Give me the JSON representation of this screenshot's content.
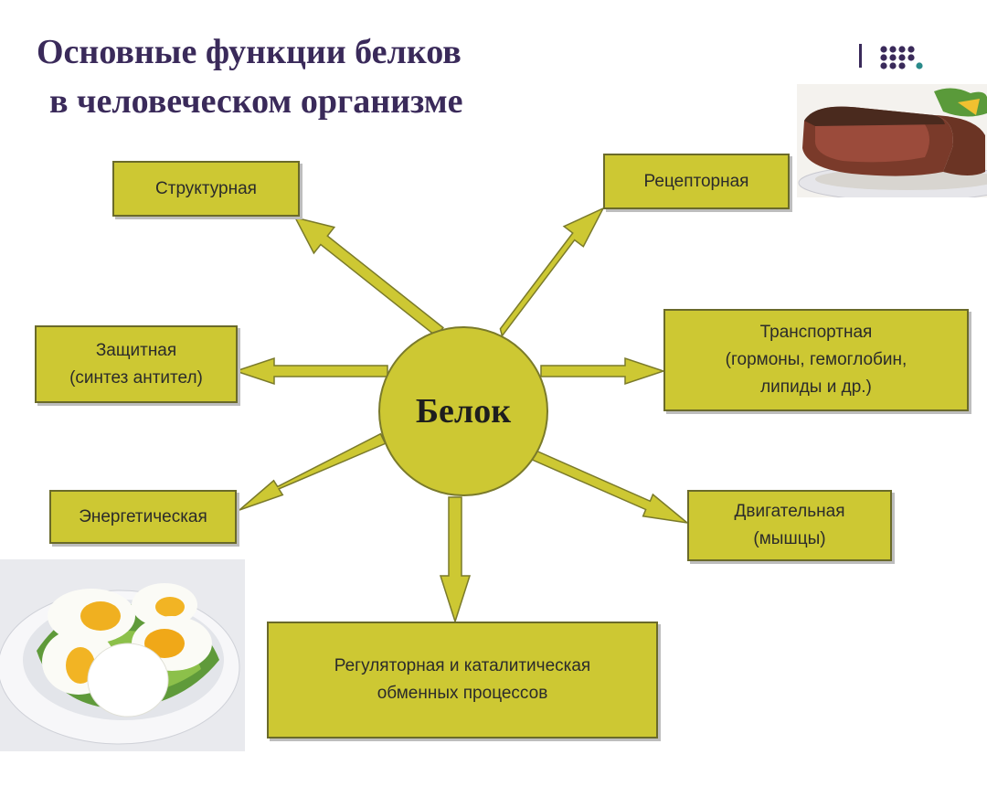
{
  "header": {
    "title_line1": "Основные функции белков",
    "title_line2": "в человеческом организме"
  },
  "diagram": {
    "center": "Белок",
    "functions": [
      {
        "id": "structural",
        "label": "Структурная"
      },
      {
        "id": "receptor",
        "label": "Рецепторная"
      },
      {
        "id": "protective",
        "label": "Защитная\n(синтез антител)"
      },
      {
        "id": "transport",
        "label": "Транспортная\n(гормоны, гемоглобин,\nлипиды и др.)"
      },
      {
        "id": "energy",
        "label": "Энергетическая"
      },
      {
        "id": "motor",
        "label": "Двигательная\n(мышцы)"
      },
      {
        "id": "regulatory",
        "label": "Регуляторная и каталитическая\nобменных процессов"
      }
    ]
  },
  "colors": {
    "box_fill": "#cdc833",
    "box_border": "#6a6a2a",
    "arrow_fill": "#cdc833",
    "title_text": "#3a2a5a"
  },
  "icons": [
    "dots-logo-icon"
  ],
  "images": [
    "meat-steak-photo",
    "boiled-eggs-photo"
  ]
}
